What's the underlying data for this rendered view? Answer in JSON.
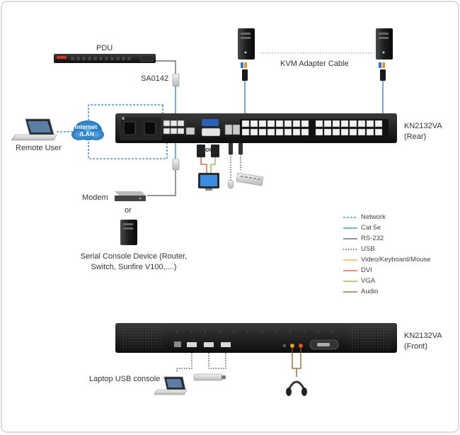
{
  "labels": {
    "pdu": "PDU",
    "sa0142": "SA0142",
    "kvm_adapter": "KVM Adapter Cable",
    "remote_user": "Remote User",
    "internet_lan_1": "Internet",
    "internet_lan_2": "/LAN",
    "rear_model": "KN2132VA",
    "rear_suffix": "(Rear)",
    "front_model": "KN2132VA",
    "front_suffix": "(Front)",
    "modem": "Modem",
    "or_1": "or",
    "or_2": "or",
    "serial_console_1": "Serial Console Device (Router,",
    "serial_console_2": "Switch, Sunfire V100,....)",
    "laptop_usb": "Laptop USB console"
  },
  "legend": [
    {
      "label": "Network",
      "color": "#2f7fc1",
      "style": "dashed"
    },
    {
      "label": "Cat 5e",
      "color": "#2f7fc1",
      "style": "solid"
    },
    {
      "label": "RS-232",
      "color": "#555555",
      "style": "solid"
    },
    {
      "label": "USB",
      "color": "#333333",
      "style": "dotted"
    },
    {
      "label": "Video/Keyboard/Mouse",
      "color": "#f0a030",
      "style": "solid"
    },
    {
      "label": "DVI",
      "color": "#e05030",
      "style": "solid"
    },
    {
      "label": "VGA",
      "color": "#7ab830",
      "style": "solid"
    },
    {
      "label": "Audio",
      "color": "#8a5a2a",
      "style": "solid"
    }
  ],
  "colors": {
    "network": "#2f7fc1",
    "device_dark": "#1a1a1a",
    "frame": "#cfcfcf"
  }
}
